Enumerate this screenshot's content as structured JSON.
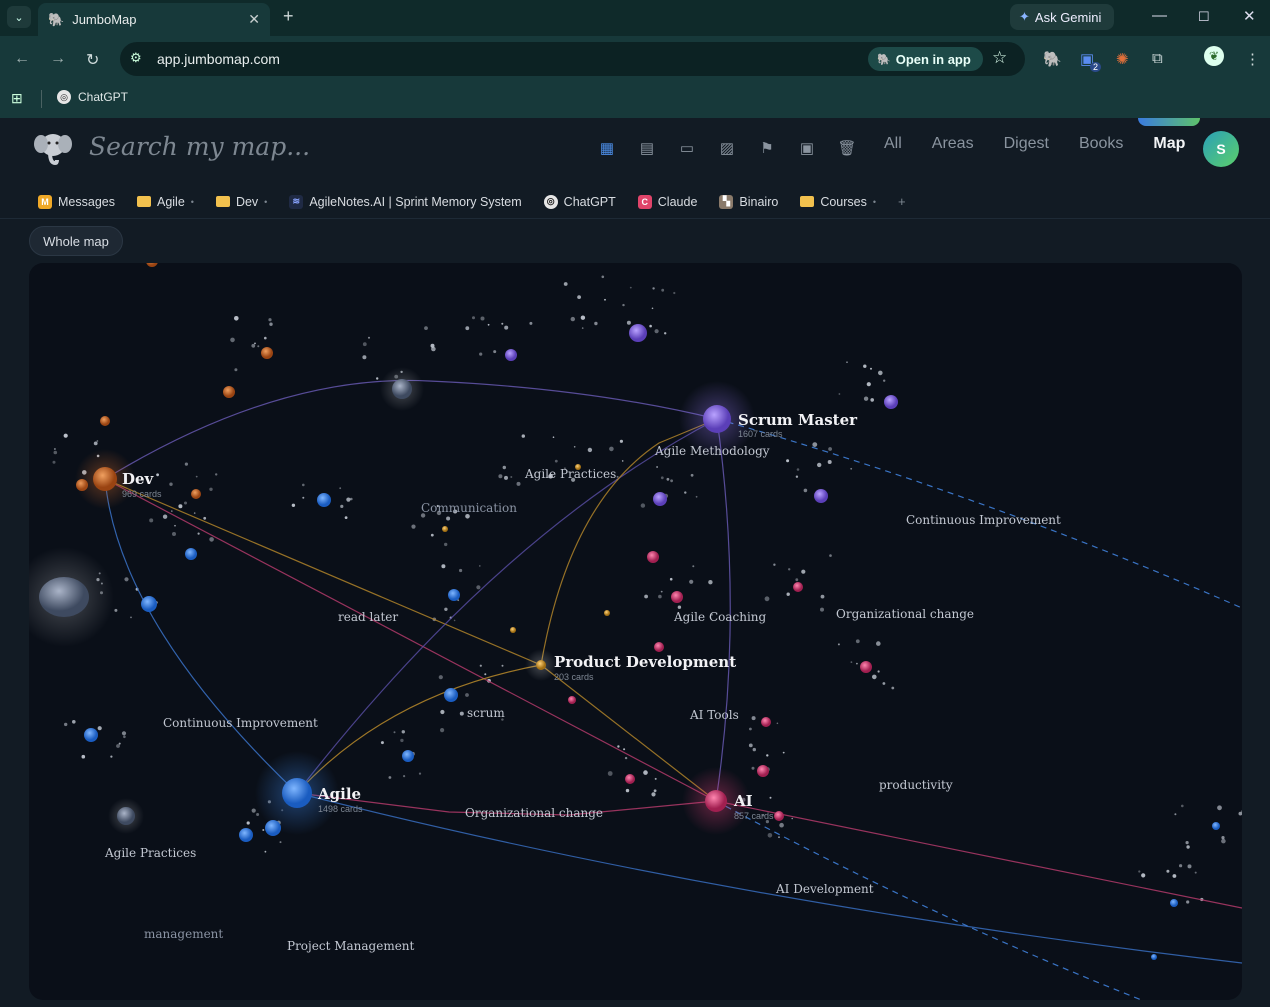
{
  "browser": {
    "tab_title": "JumboMap",
    "ask_gemini": "Ask Gemini",
    "url": "app.jumbomap.com",
    "open_in_app": "Open in app",
    "extension_badge": "2",
    "bookmark": "ChatGPT"
  },
  "app": {
    "search_placeholder": "Search my map...",
    "nav": [
      "All",
      "Areas",
      "Digest",
      "Books",
      "Map"
    ],
    "active_nav": "Map",
    "avatar_initial": "S",
    "pins": [
      {
        "label": "Messages",
        "icon": "messages-icon",
        "badge": "M",
        "color": "#f0a928"
      },
      {
        "label": "Agile",
        "icon": "folder-icon",
        "dropdown": true
      },
      {
        "label": "Dev",
        "icon": "folder-icon",
        "dropdown": true
      },
      {
        "label": "AgileNotes.AI | Sprint Memory System",
        "icon": "agilenotes-icon"
      },
      {
        "label": "ChatGPT",
        "icon": "chatgpt-icon"
      },
      {
        "label": "Claude",
        "icon": "claude-icon",
        "badge": "C",
        "color": "#e0446a"
      },
      {
        "label": "Binairo",
        "icon": "binairo-icon"
      },
      {
        "label": "Courses",
        "icon": "folder-icon",
        "dropdown": true
      }
    ],
    "whole_map_label": "Whole map"
  },
  "map": {
    "colors": {
      "purple": "#7b5cd6",
      "orange": "#c9662a",
      "blue": "#2f7fe0",
      "pink": "#d63d74",
      "gray": "#5b6a85",
      "gold": "#c9962e"
    },
    "hubs": [
      {
        "id": "scrum",
        "label": "Scrum Master",
        "cards": "1607 cards",
        "color": "purple"
      },
      {
        "id": "dev",
        "label": "Dev",
        "cards": "969 cards",
        "color": "orange"
      },
      {
        "id": "product",
        "label": "Product Development",
        "cards": "203 cards",
        "color": "gold"
      },
      {
        "id": "agile",
        "label": "Agile",
        "cards": "1498 cards",
        "color": "blue"
      },
      {
        "id": "ai",
        "label": "AI",
        "cards": "857 cards",
        "color": "pink"
      }
    ],
    "clusters": [
      {
        "label": "Agile Methodology",
        "color": "purple"
      },
      {
        "label": "Agile Practices",
        "color": "purple"
      },
      {
        "label": "Communication",
        "color": "gray"
      },
      {
        "label": "Continuous Improvement",
        "color": "purple"
      },
      {
        "label": "Organizational change",
        "color": "purple"
      },
      {
        "label": "Agile Coaching",
        "color": "purple"
      },
      {
        "label": "read later",
        "color": "blue"
      },
      {
        "label": "Continuous Improvement",
        "color": "blue"
      },
      {
        "label": "scrum",
        "color": "blue"
      },
      {
        "label": "AI Tools",
        "color": "pink"
      },
      {
        "label": "productivity",
        "color": "pink"
      },
      {
        "label": "Organizational change",
        "color": "blue"
      },
      {
        "label": "Agile Practices",
        "color": "blue"
      },
      {
        "label": "AI Development",
        "color": "pink"
      },
      {
        "label": "management",
        "color": "gray"
      },
      {
        "label": "Project Management",
        "color": "blue"
      }
    ]
  }
}
